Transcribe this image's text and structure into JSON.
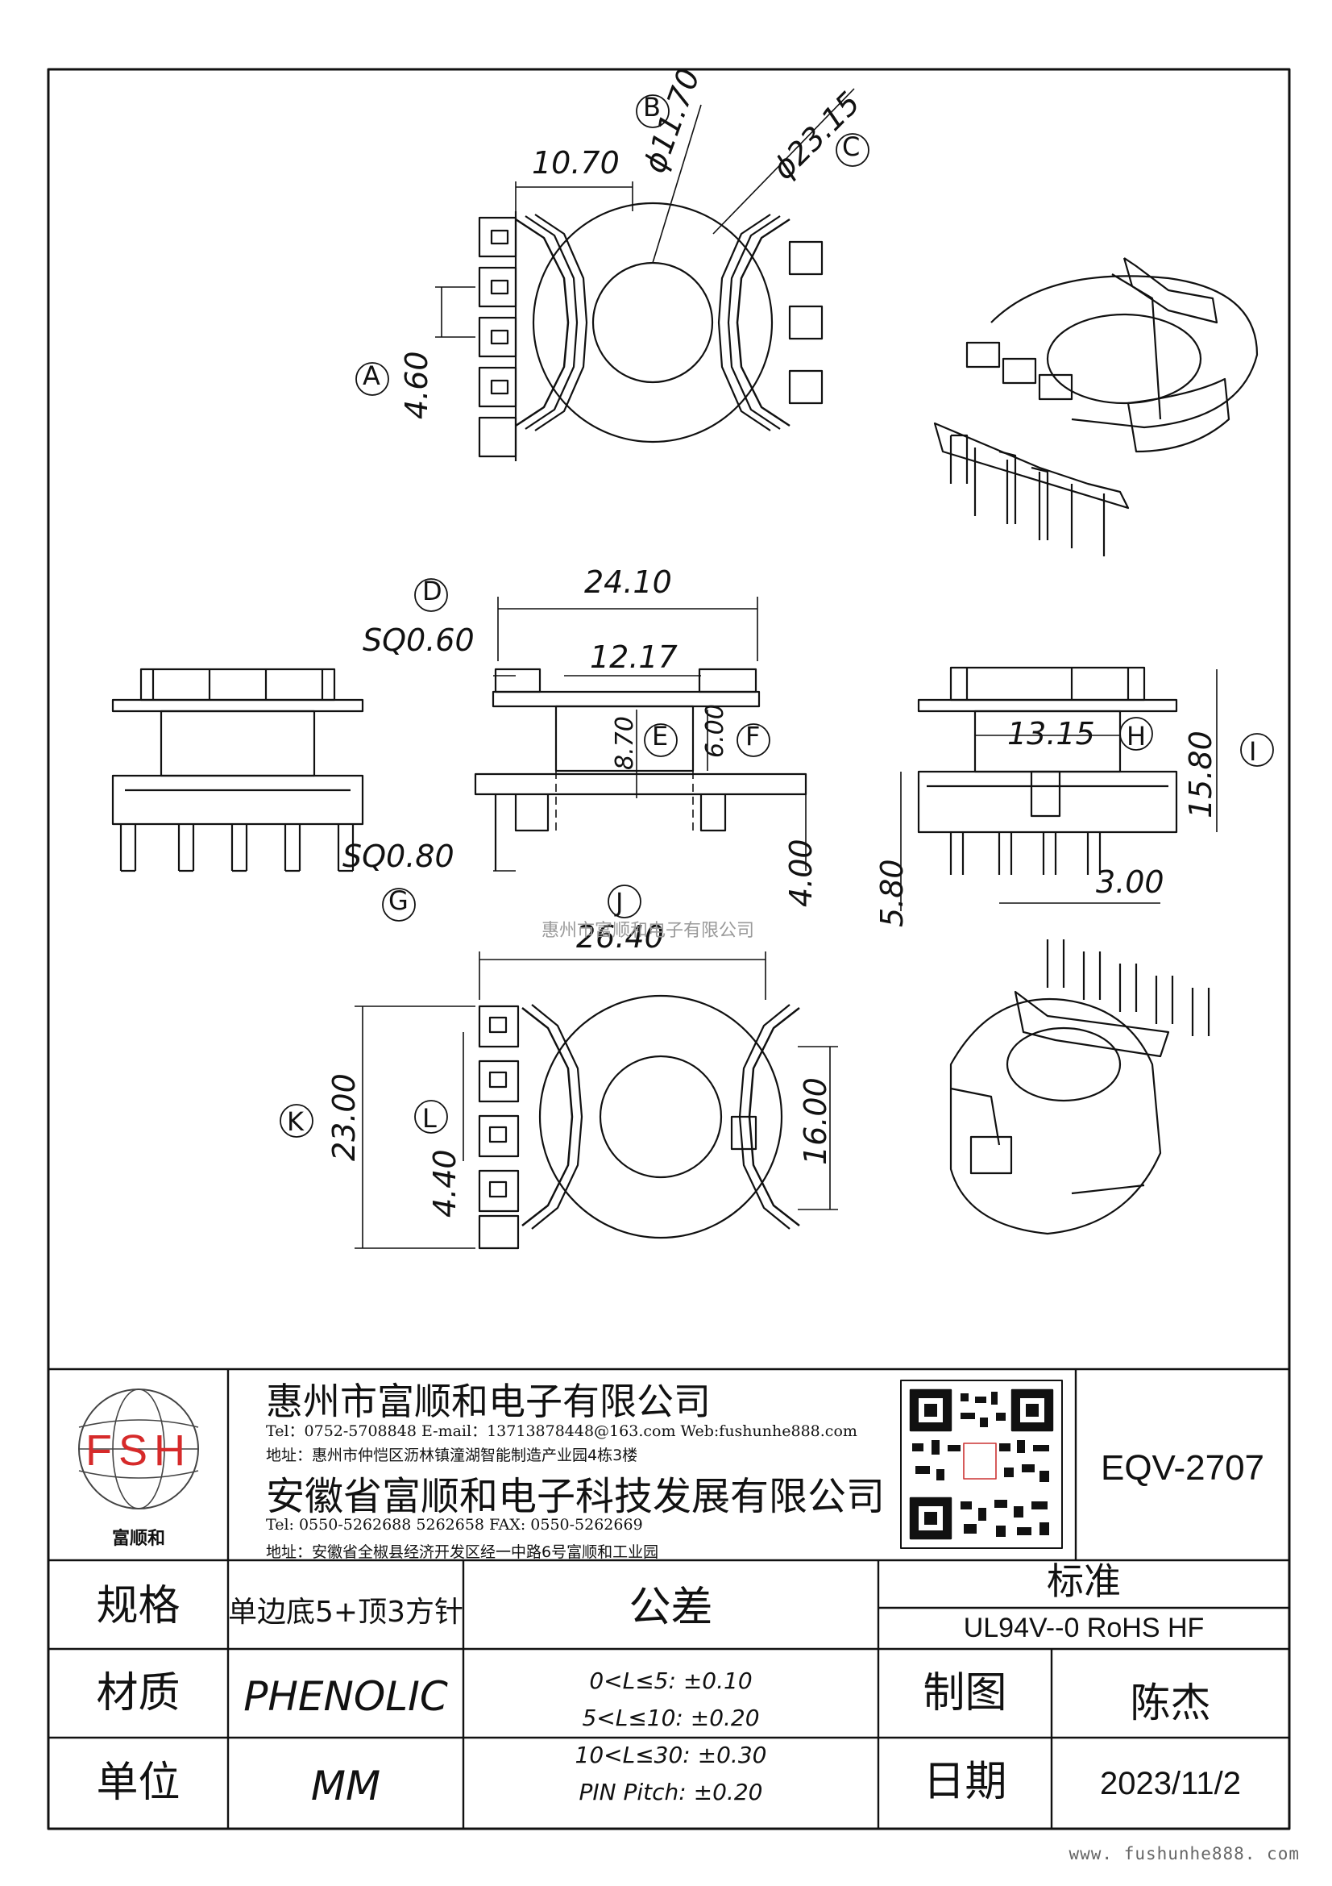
{
  "drawing": {
    "top_view": {
      "callout_b": "B",
      "callout_c": "C",
      "callout_a": "A",
      "dim_width": "10.70",
      "dim_hole": "ϕ11.70",
      "dim_outer": "ϕ23.15",
      "dim_pitch": "4.60"
    },
    "side_view": {
      "callout_d": "D",
      "callout_e": "E",
      "callout_f": "F",
      "callout_g": "G",
      "dim_total": "24.10",
      "dim_center": "12.17",
      "dim_sq_top": "SQ0.60",
      "dim_sq_bottom": "SQ0.80",
      "dim_core_h": "8.70",
      "dim_core_h2": "6.00",
      "dim_pin_len": "4.00"
    },
    "end_view": {
      "callout_h": "H",
      "callout_i": "I",
      "dim_core": "13.15",
      "dim_height": "15.80",
      "dim_base": "5.80",
      "dim_pin_off": "3.00"
    },
    "bottom_view": {
      "callout_j": "J",
      "callout_k": "K",
      "callout_l": "L",
      "dim_width": "26.40",
      "dim_height": "23.00",
      "dim_pitch": "4.40",
      "dim_inner": "16.00"
    },
    "watermark": "惠州市富顺和电子有限公司"
  },
  "title_block": {
    "logo_text": "FSH",
    "logo_caption": "富顺和",
    "company1": "惠州市富顺和电子有限公司",
    "company1_contact": "Tel：0752-5708848   E-mail：13713878448@163.com   Web:fushunhe888.com",
    "company1_address": "地址：惠州市仲恺区沥林镇潼湖智能制造产业园4栋3楼",
    "company2": "安徽省富顺和电子科技发展有限公司",
    "company2_contact": "Tel:   0550-5262688   5262658        FAX:   0550-5262669",
    "company2_address": "地址：安徽省全椒县经济开发区经一中路6号富顺和工业园",
    "part_number": "EQV-2707",
    "spec_label": "规格",
    "spec_value": "单边底5+顶3方针",
    "material_label": "材质",
    "material_value": "PHENOLIC",
    "unit_label": "单位",
    "unit_value": "MM",
    "tolerance_label": "公差",
    "tolerance_lines": [
      "0<L≤5: ±0.10",
      "5<L≤10: ±0.20",
      "10<L≤30: ±0.30",
      "PIN Pitch: ±0.20"
    ],
    "standard_label": "标准",
    "standard_value": "UL94V--0  RoHS HF",
    "drawn_label": "制图",
    "drawn_value": "陈杰",
    "date_label": "日期",
    "date_value": "2023/11/2"
  },
  "footer_url": "www. fushunhe888. com"
}
